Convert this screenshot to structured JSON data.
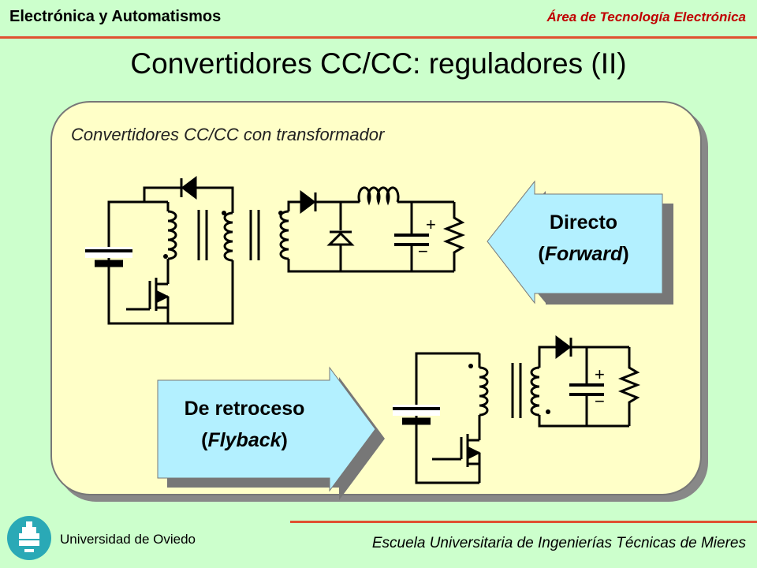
{
  "header": {
    "left_title": "Electrónica y Automatismos",
    "right_title": "Área de Tecnología Electrónica"
  },
  "slide": {
    "title": "Convertidores CC/CC: reguladores (II)",
    "subtitle": "Convertidores CC/CC con transformador"
  },
  "forward_callout": {
    "line1": "Directo",
    "paren_open": "(",
    "name": "Forward",
    "paren_close": ")"
  },
  "flyback_callout": {
    "line1": "De retroceso",
    "paren_open": "(",
    "name": "Flyback",
    "paren_close": ")"
  },
  "circuit_labels": {
    "plus_sign": "+",
    "minus_sign": "−"
  },
  "footer": {
    "university": "Universidad de Oviedo",
    "school": "Escuela Universitaria de Ingenierías Técnicas de Mieres"
  },
  "colors": {
    "background": "#ccffcc",
    "panel": "#ffffc8",
    "callout": "#b3f0ff",
    "accent_rule": "#e05030",
    "header_right": "#c00000",
    "logo": "#2aa9b6"
  },
  "icons": {
    "logo": "university-seal-icon"
  }
}
